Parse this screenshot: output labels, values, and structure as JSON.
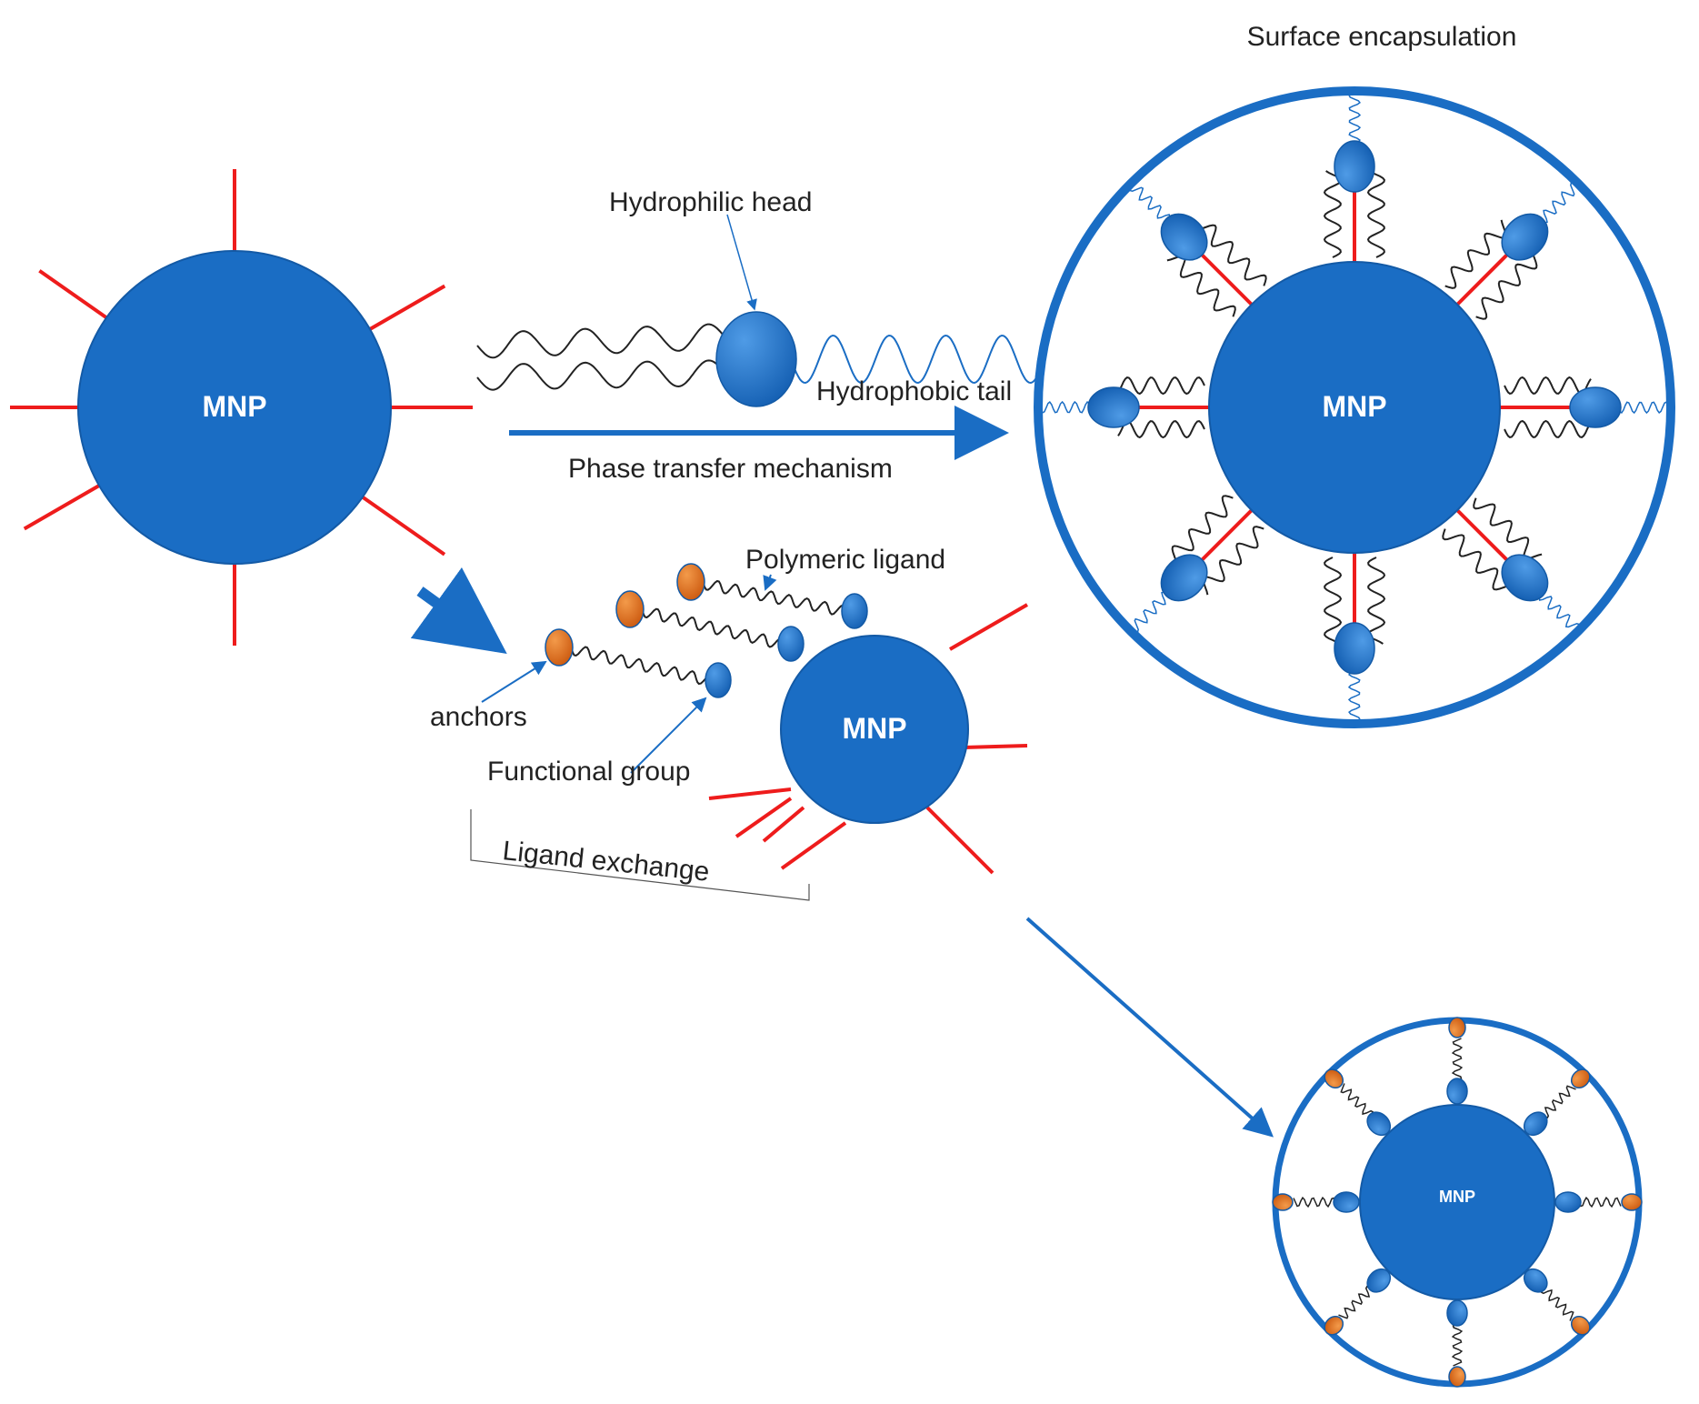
{
  "colors": {
    "particle": "#1a6dc4",
    "particle_edge": "#135aa6",
    "ligand_red": "#ee1c1c",
    "anchor_orange": "#e07020",
    "chain_black": "#222222",
    "arrow_blue": "#1a6dc4"
  },
  "labels": {
    "mnp_initial": "MNP",
    "mnp_encapsulated": "MNP",
    "mnp_exchange": "MNP",
    "mnp_final": "MNP",
    "surface_encapsulation": "Surface encapsulation",
    "hydrophilic_head": "Hydrophilic head",
    "hydrophobic_tail": "Hydrophobic tail",
    "phase_transfer": "Phase transfer mechanism",
    "polymeric_ligand": "Polymeric ligand",
    "anchors": "anchors",
    "functional_group": "Functional group",
    "ligand_exchange": "Ligand exchange"
  }
}
